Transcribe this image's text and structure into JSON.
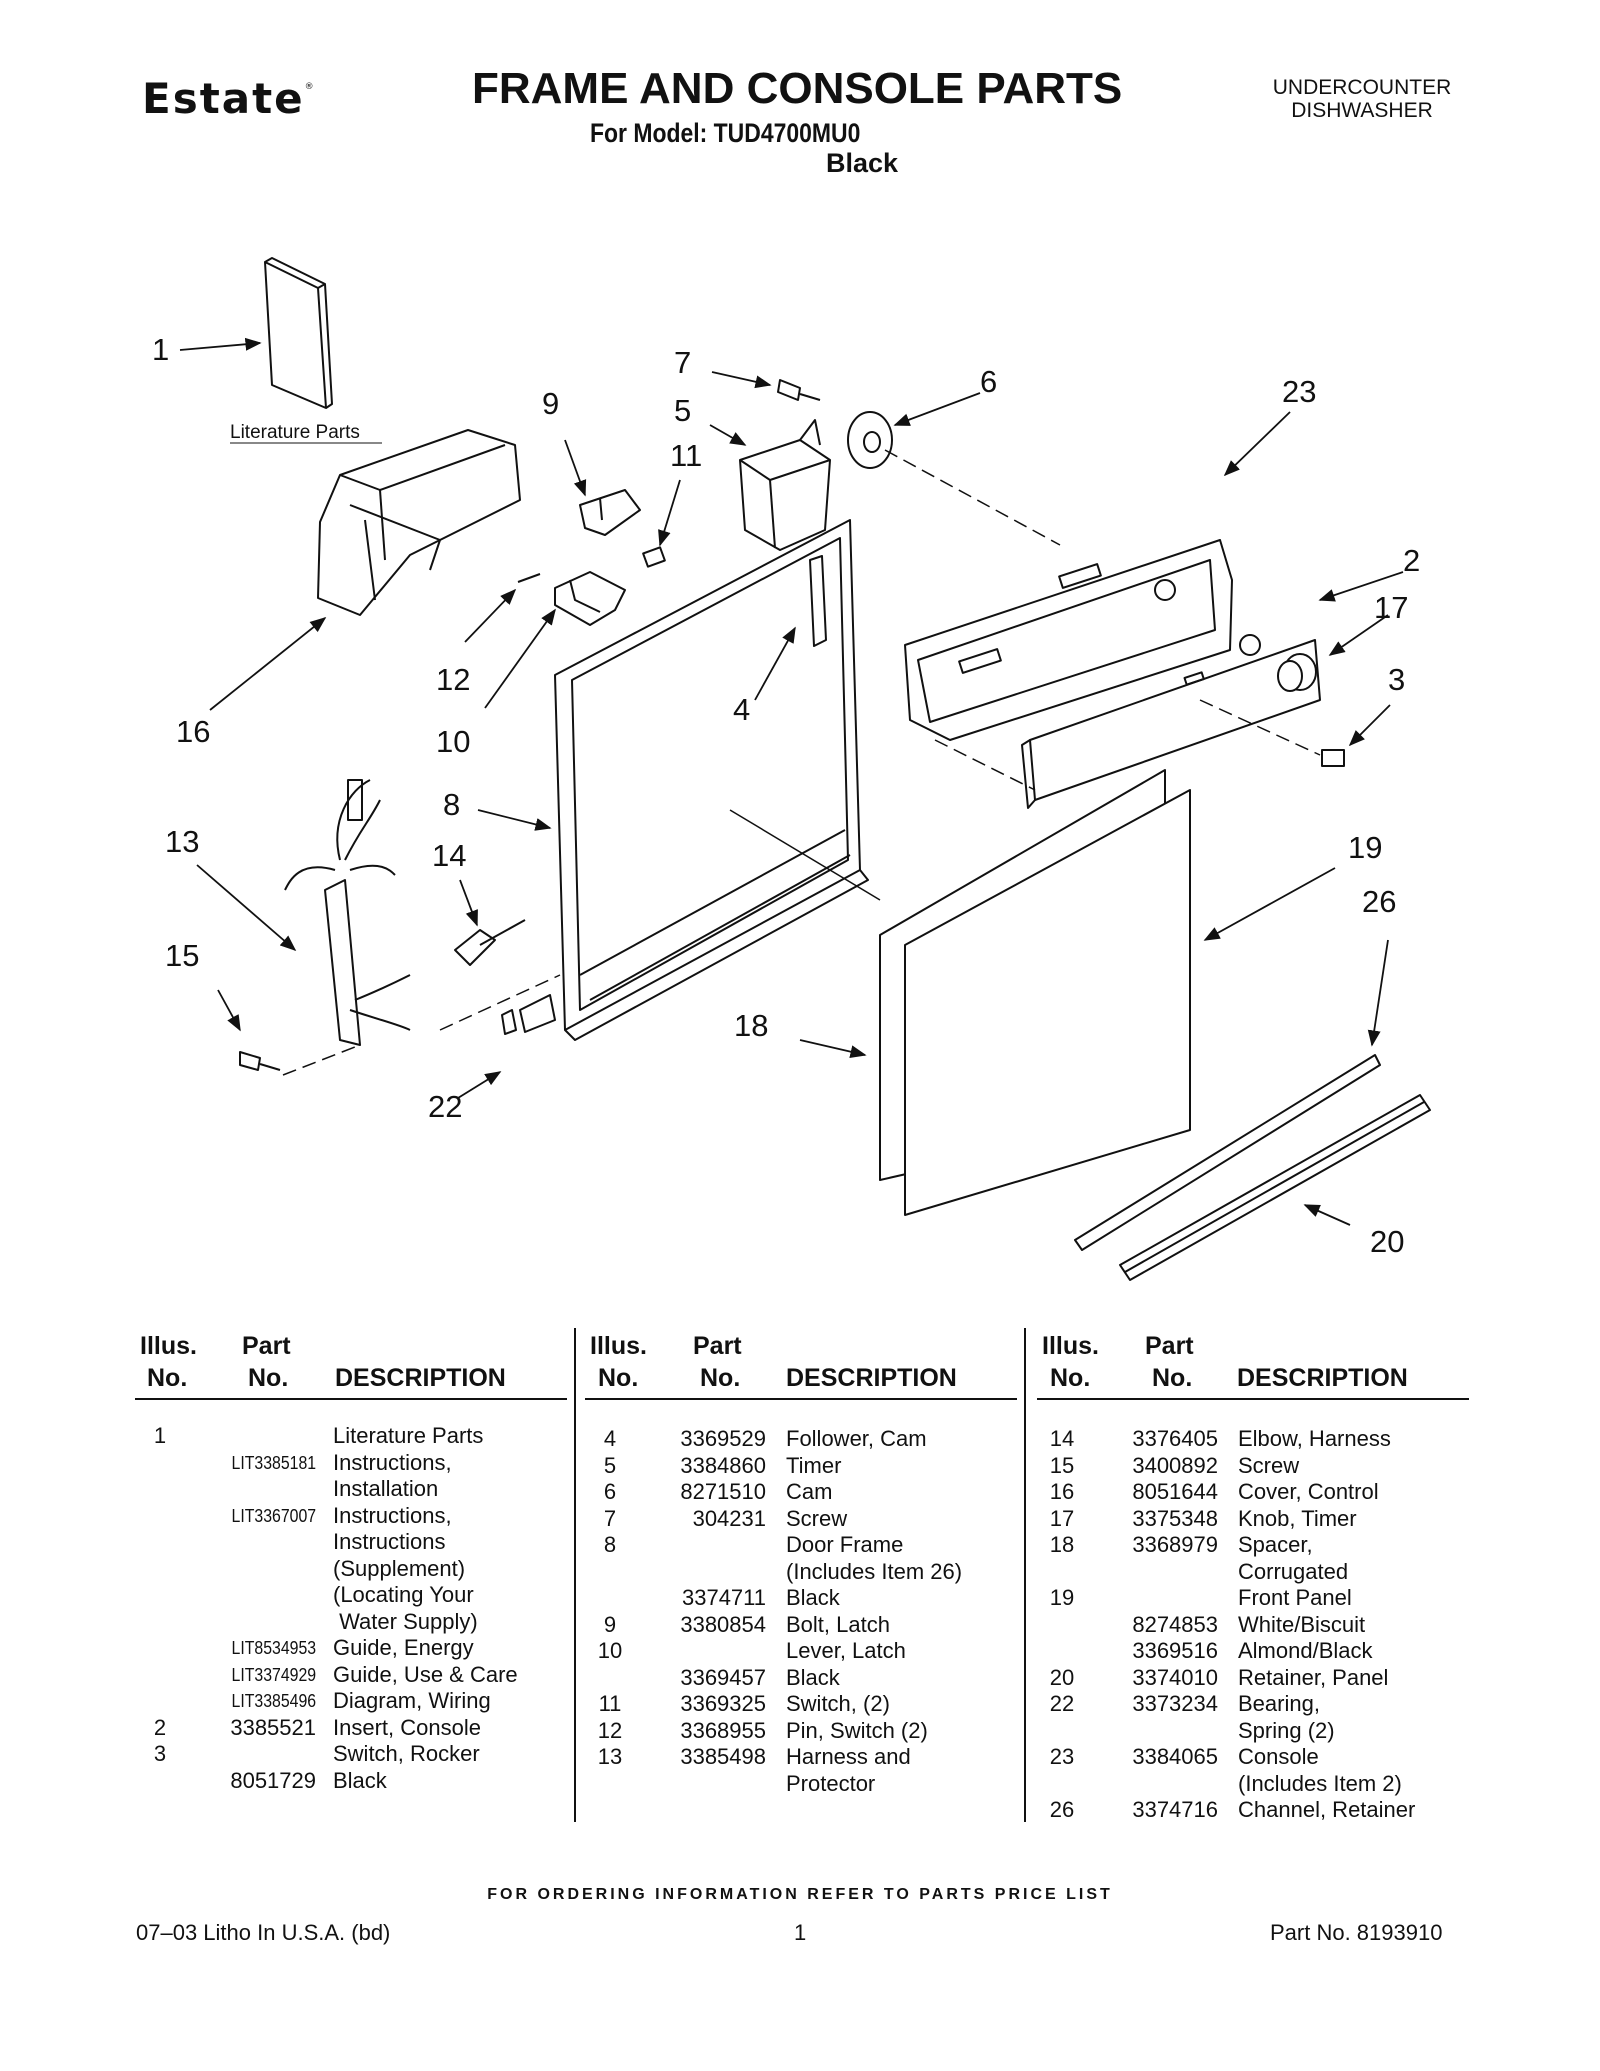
{
  "header": {
    "brand": "Estate",
    "brand_mark": "®",
    "title": "FRAME AND CONSOLE PARTS",
    "model_line": "For Model: TUD4700MU0",
    "color": "Black",
    "category_line1": "UNDERCOUNTER",
    "category_line2": "DISHWASHER"
  },
  "diagram": {
    "literature_label": "Literature Parts",
    "callouts": [
      "1",
      "7",
      "6",
      "9",
      "5",
      "23",
      "11",
      "2",
      "17",
      "3",
      "16",
      "12",
      "4",
      "10",
      "8",
      "13",
      "14",
      "19",
      "26",
      "15",
      "18",
      "22",
      "20"
    ]
  },
  "table": {
    "headers": {
      "illus_top": "Illus.",
      "illus_bottom": "No.",
      "part_top": "Part",
      "part_bottom": "No.",
      "description": "DESCRIPTION"
    },
    "columns": [
      {
        "rows": [
          {
            "illus": "1",
            "part": "",
            "desc": "Literature Parts",
            "lit": false
          },
          {
            "illus": "",
            "part": "LIT3385181",
            "desc": "Instructions,",
            "lit": true
          },
          {
            "illus": "",
            "part": "",
            "desc": "Installation",
            "lit": false
          },
          {
            "illus": "",
            "part": "LIT3367007",
            "desc": "Instructions,",
            "lit": true
          },
          {
            "illus": "",
            "part": "",
            "desc": "Instructions",
            "lit": false
          },
          {
            "illus": "",
            "part": "",
            "desc": "(Supplement)",
            "lit": false
          },
          {
            "illus": "",
            "part": "",
            "desc": "(Locating Your",
            "lit": false
          },
          {
            "illus": "",
            "part": "",
            "desc": " Water Supply)",
            "lit": false
          },
          {
            "illus": "",
            "part": "LIT8534953",
            "desc": "Guide, Energy",
            "lit": true
          },
          {
            "illus": "",
            "part": "LIT3374929",
            "desc": "Guide, Use & Care",
            "lit": true
          },
          {
            "illus": "",
            "part": "LIT3385496",
            "desc": "Diagram, Wiring",
            "lit": true
          },
          {
            "illus": "2",
            "part": "3385521",
            "desc": "Insert, Console",
            "lit": false
          },
          {
            "illus": "3",
            "part": "",
            "desc": "Switch, Rocker",
            "lit": false
          },
          {
            "illus": "",
            "part": "8051729",
            "desc": "Black",
            "lit": false
          }
        ]
      },
      {
        "rows": [
          {
            "illus": "4",
            "part": "3369529",
            "desc": "Follower, Cam"
          },
          {
            "illus": "5",
            "part": "3384860",
            "desc": "Timer"
          },
          {
            "illus": "6",
            "part": "8271510",
            "desc": "Cam"
          },
          {
            "illus": "7",
            "part": "304231",
            "desc": "Screw"
          },
          {
            "illus": "8",
            "part": "",
            "desc": "Door Frame"
          },
          {
            "illus": "",
            "part": "",
            "desc": "(Includes Item 26)"
          },
          {
            "illus": "",
            "part": "3374711",
            "desc": "Black"
          },
          {
            "illus": "9",
            "part": "3380854",
            "desc": "Bolt, Latch"
          },
          {
            "illus": "10",
            "part": "",
            "desc": "Lever, Latch"
          },
          {
            "illus": "",
            "part": "3369457",
            "desc": "Black"
          },
          {
            "illus": "11",
            "part": "3369325",
            "desc": "Switch, (2)"
          },
          {
            "illus": "12",
            "part": "3368955",
            "desc": "Pin, Switch (2)"
          },
          {
            "illus": "13",
            "part": "3385498",
            "desc": "Harness and"
          },
          {
            "illus": "",
            "part": "",
            "desc": "Protector"
          }
        ]
      },
      {
        "rows": [
          {
            "illus": "14",
            "part": "3376405",
            "desc": "Elbow, Harness"
          },
          {
            "illus": "15",
            "part": "3400892",
            "desc": "Screw"
          },
          {
            "illus": "16",
            "part": "8051644",
            "desc": "Cover, Control"
          },
          {
            "illus": "17",
            "part": "3375348",
            "desc": "Knob, Timer"
          },
          {
            "illus": "18",
            "part": "3368979",
            "desc": "Spacer,"
          },
          {
            "illus": "",
            "part": "",
            "desc": "Corrugated"
          },
          {
            "illus": "19",
            "part": "",
            "desc": "Front Panel"
          },
          {
            "illus": "",
            "part": "8274853",
            "desc": "White/Biscuit"
          },
          {
            "illus": "",
            "part": "3369516",
            "desc": "Almond/Black"
          },
          {
            "illus": "20",
            "part": "3374010",
            "desc": "Retainer, Panel"
          },
          {
            "illus": "22",
            "part": "3373234",
            "desc": "Bearing,"
          },
          {
            "illus": "",
            "part": "",
            "desc": "Spring (2)"
          },
          {
            "illus": "23",
            "part": "3384065",
            "desc": "Console"
          },
          {
            "illus": "",
            "part": "",
            "desc": "(Includes Item 2)"
          },
          {
            "illus": "26",
            "part": "3374716",
            "desc": "Channel, Retainer"
          }
        ]
      }
    ]
  },
  "footer": {
    "ordering_note": "FOR ORDERING INFORMATION REFER TO PARTS PRICE LIST",
    "litho": "07–03 Litho In U.S.A. (bd)",
    "page": "1",
    "part_no": "Part No. 8193910"
  }
}
